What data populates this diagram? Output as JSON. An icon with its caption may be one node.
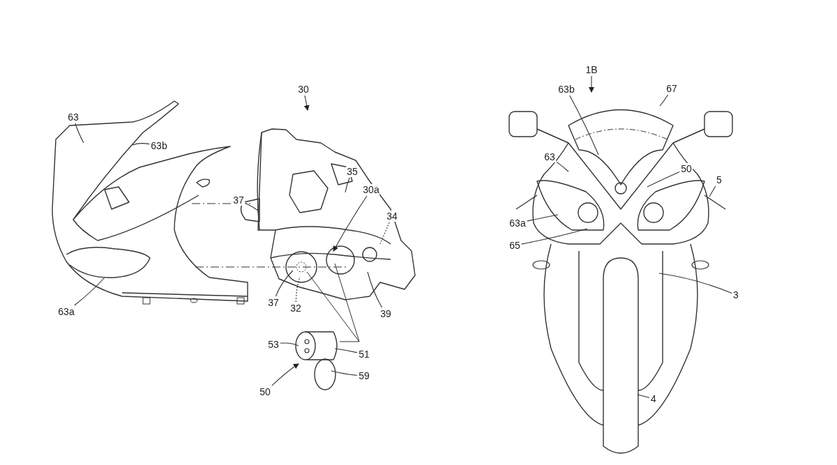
{
  "diagram": {
    "nodes": [
      {
        "text": [
          "63"
        ]
      },
      {
        "text": [
          "63b"
        ]
      },
      {
        "text": [
          "30"
        ]
      },
      {
        "text": [
          "37"
        ]
      },
      {
        "text": [
          "35"
        ]
      },
      {
        "text": [
          "30a"
        ]
      },
      {
        "text": [
          "34"
        ]
      },
      {
        "text": [
          "37"
        ]
      },
      {
        "text": [
          "32"
        ]
      },
      {
        "text": [
          "39"
        ]
      },
      {
        "text": [
          "63a"
        ]
      },
      {
        "text": [
          "53"
        ]
      },
      {
        "text": [
          "51"
        ]
      },
      {
        "text": [
          "59"
        ]
      },
      {
        "text": [
          "50"
        ]
      },
      {
        "text": [
          "1B"
        ]
      },
      {
        "text": [
          "63b"
        ]
      },
      {
        "text": [
          "67"
        ]
      },
      {
        "text": [
          "63"
        ]
      },
      {
        "text": [
          "50"
        ]
      },
      {
        "text": [
          "5"
        ]
      },
      {
        "text": [
          "63a"
        ]
      },
      {
        "text": [
          "65"
        ]
      },
      {
        "text": [
          "3"
        ]
      },
      {
        "text": [
          "4"
        ]
      }
    ],
    "edges": [
      {
        "from": 0,
        "to": null,
        "arrow": "none"
      },
      {
        "from": 1,
        "to": null,
        "arrow": "none"
      },
      {
        "from": 2,
        "to": null,
        "arrow": "to"
      },
      {
        "from": 3,
        "to": null,
        "arrow": "none"
      },
      {
        "from": 4,
        "to": null,
        "arrow": "none"
      },
      {
        "from": 5,
        "to": null,
        "arrow": "to"
      },
      {
        "from": 6,
        "to": null,
        "arrow": "none",
        "style": "dashed"
      },
      {
        "from": 7,
        "to": null,
        "arrow": "none"
      },
      {
        "from": 8,
        "to": null,
        "arrow": "none",
        "style": "dashed"
      },
      {
        "from": 9,
        "to": null,
        "arrow": "none"
      },
      {
        "from": 10,
        "to": null,
        "arrow": "none"
      },
      {
        "from": 11,
        "to": null,
        "arrow": "none"
      },
      {
        "from": 12,
        "to": null,
        "arrow": "none"
      },
      {
        "from": 13,
        "to": null,
        "arrow": "none"
      },
      {
        "from": 14,
        "to": null,
        "arrow": "to"
      },
      {
        "from": 15,
        "to": null,
        "arrow": "to"
      },
      {
        "from": 16,
        "to": null,
        "arrow": "none"
      },
      {
        "from": 17,
        "to": null,
        "arrow": "none"
      },
      {
        "from": 18,
        "to": null,
        "arrow": "none"
      },
      {
        "from": 19,
        "to": null,
        "arrow": "none"
      },
      {
        "from": 20,
        "to": null,
        "arrow": "none"
      },
      {
        "from": 21,
        "to": null,
        "arrow": "none"
      },
      {
        "from": 22,
        "to": null,
        "arrow": "none"
      },
      {
        "from": 23,
        "to": null,
        "arrow": "none"
      },
      {
        "from": 24,
        "to": null,
        "arrow": "none"
      }
    ]
  }
}
